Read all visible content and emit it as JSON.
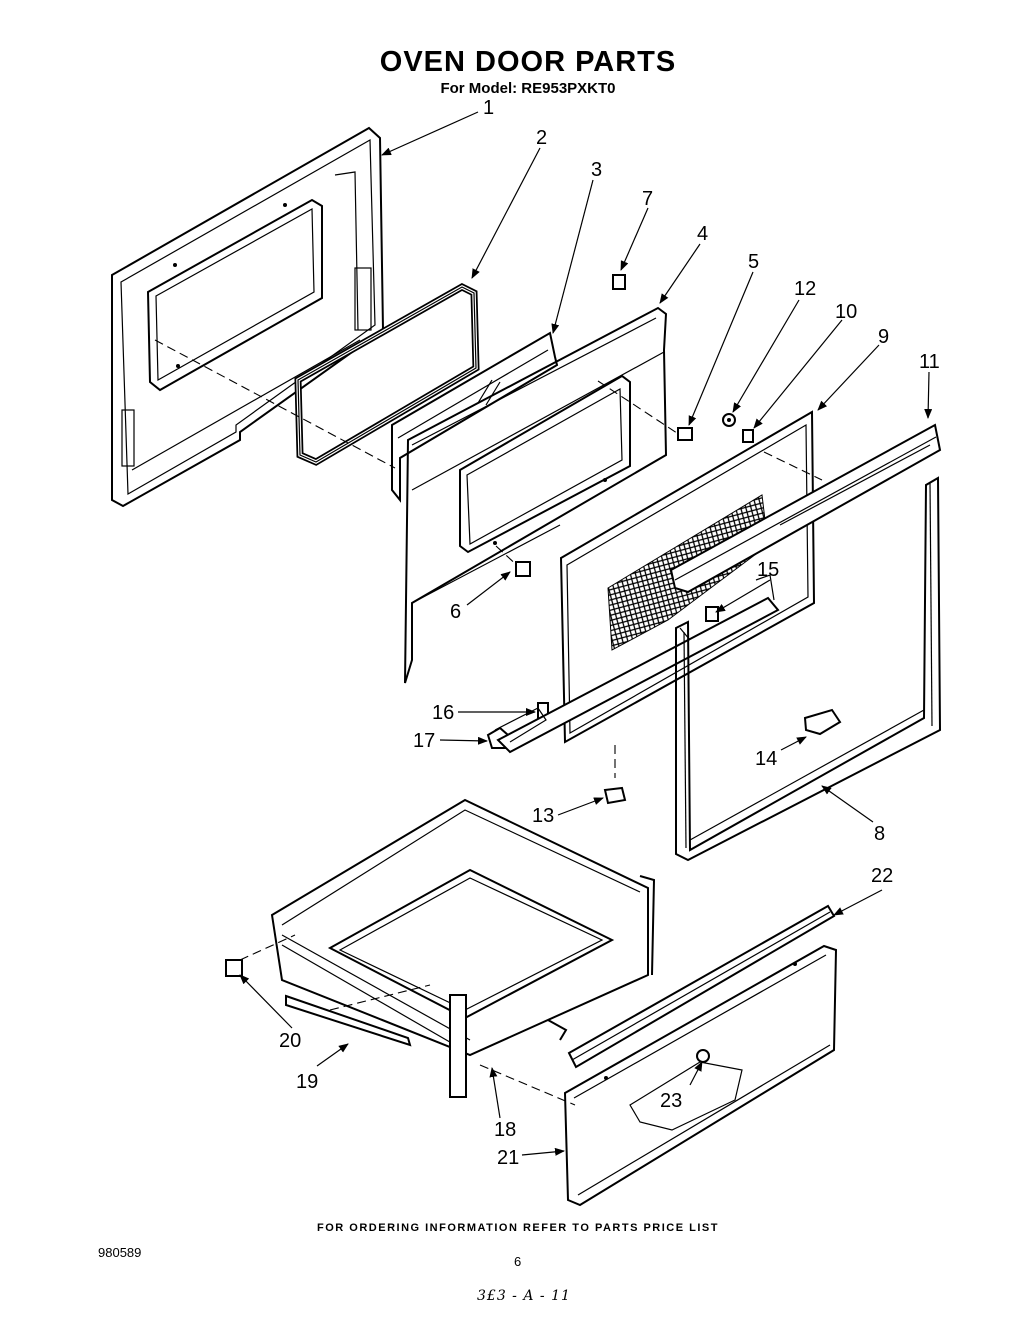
{
  "page": {
    "title": "OVEN DOOR PARTS",
    "subtitle": "For Model: RE953PXKT0",
    "footer": "FOR ORDERING INFORMATION REFER TO PARTS PRICE LIST",
    "doc_number": "980589",
    "page_number": "6",
    "handwritten_note": "3£3 - A - 11"
  },
  "callouts": {
    "c1": "1",
    "c2": "2",
    "c3": "3",
    "c4": "4",
    "c5": "5",
    "c6": "6",
    "c7": "7",
    "c8": "8",
    "c9": "9",
    "c10": "10",
    "c11": "11",
    "c12": "12",
    "c13": "13",
    "c14": "14",
    "c15": "15",
    "c16": "16",
    "c17": "17",
    "c18": "18",
    "c19": "19",
    "c20": "20",
    "c21": "21",
    "c22": "22",
    "c23": "23"
  }
}
